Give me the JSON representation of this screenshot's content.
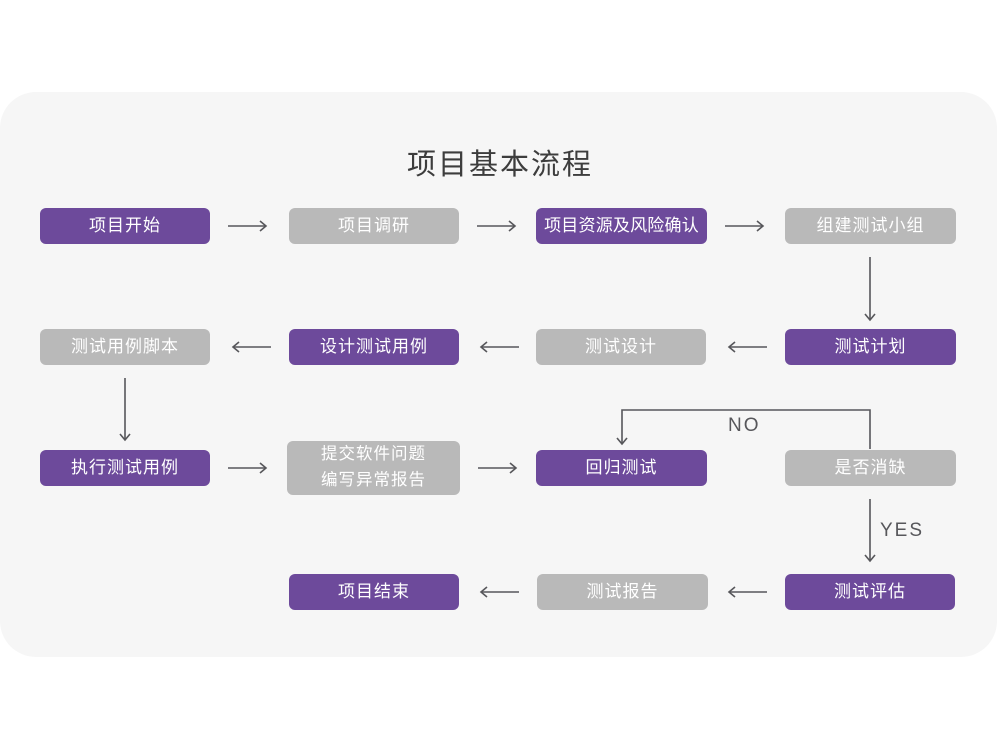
{
  "title": "项目基本流程",
  "colors": {
    "node_purple": "#6d4a9b",
    "node_gray": "#b9b9b9",
    "card_background": "#f6f6f6",
    "arrow": "#57575b"
  },
  "labels": {
    "no": "NO",
    "yes": "YES"
  },
  "nodes": [
    {
      "id": "project-start",
      "label": "项目开始",
      "variant": "purple"
    },
    {
      "id": "project-research",
      "label": "项目调研",
      "variant": "gray"
    },
    {
      "id": "resources-risk-confirm",
      "label": "项目资源及风险确认",
      "variant": "purple"
    },
    {
      "id": "build-test-team",
      "label": "组建测试小组",
      "variant": "gray"
    },
    {
      "id": "test-plan",
      "label": "测试计划",
      "variant": "purple"
    },
    {
      "id": "test-design",
      "label": "测试设计",
      "variant": "gray"
    },
    {
      "id": "design-test-cases",
      "label": "设计测试用例",
      "variant": "purple"
    },
    {
      "id": "test-case-scripts",
      "label": "测试用例脚本",
      "variant": "gray"
    },
    {
      "id": "execute-test-cases",
      "label": "执行测试用例",
      "variant": "purple"
    },
    {
      "id": "submit-issues-report",
      "label": "提交软件问题\n编写异常报告",
      "variant": "gray"
    },
    {
      "id": "regression-test",
      "label": "回归测试",
      "variant": "purple"
    },
    {
      "id": "defect-resolved",
      "label": "是否消缺",
      "variant": "gray"
    },
    {
      "id": "test-evaluation",
      "label": "测试评估",
      "variant": "purple"
    },
    {
      "id": "test-report",
      "label": "测试报告",
      "variant": "gray"
    },
    {
      "id": "project-end",
      "label": "项目结束",
      "variant": "purple"
    }
  ]
}
